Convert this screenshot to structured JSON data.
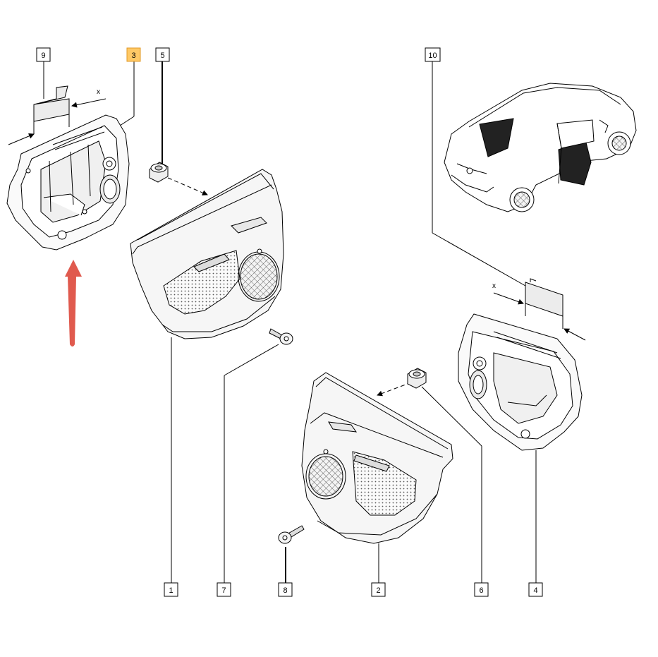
{
  "callouts": [
    {
      "label": "9"
    },
    {
      "label": "3",
      "highlighted": true
    },
    {
      "label": "5"
    },
    {
      "label": "10"
    },
    {
      "label": "1"
    },
    {
      "label": "7"
    },
    {
      "label": "8"
    },
    {
      "label": "2"
    },
    {
      "label": "6"
    },
    {
      "label": "4"
    }
  ],
  "direction_marks": {
    "left": "x",
    "right": "x"
  },
  "colors": {
    "highlight_fill": "#ffc966",
    "highlight_border": "#e09a2a",
    "arrow": "#e05a4e",
    "line": "#000000",
    "window_tint": "#222222"
  },
  "icons": [
    "up-arrow-indicator-icon"
  ]
}
